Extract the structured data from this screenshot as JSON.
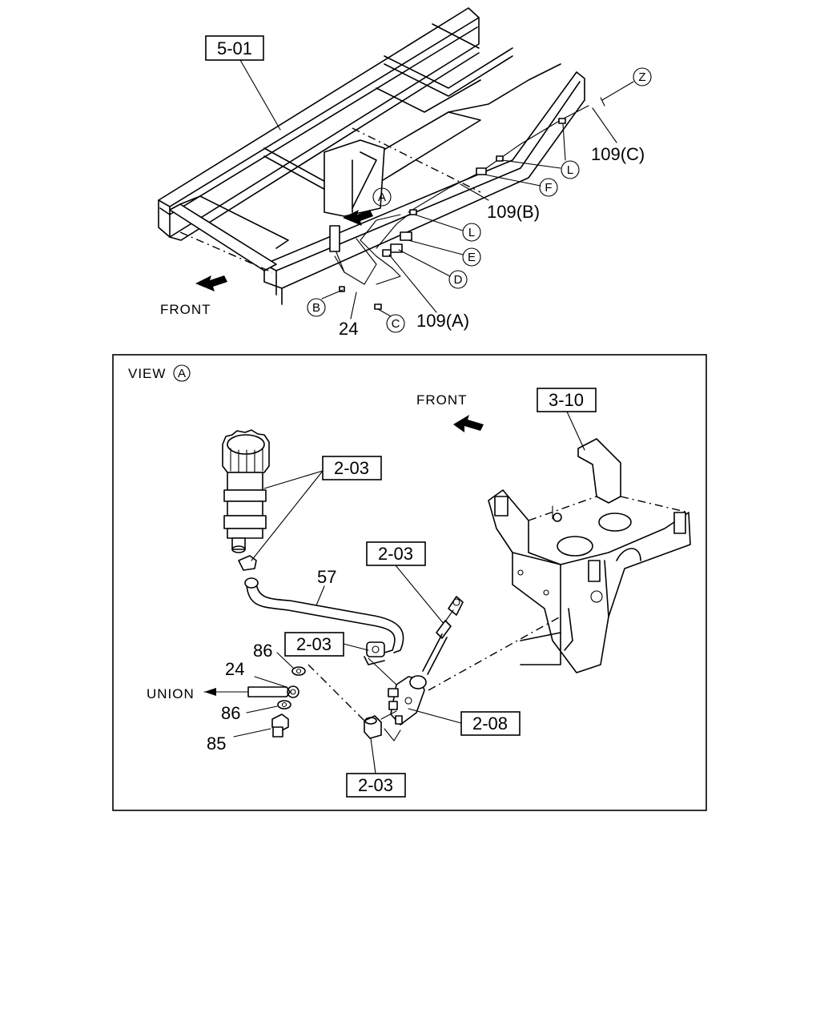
{
  "top_view": {
    "ref_frame": "5-01",
    "ref_z": "Z",
    "pipe_c": "109(C)",
    "pipe_b": "109(B)",
    "pipe_a": "109(A)",
    "pipe_24": "24",
    "view_marker": "A",
    "front_label": "FRONT",
    "circle_labels": {
      "l1": "L",
      "l2": "L",
      "f": "F",
      "e": "E",
      "d": "D",
      "b": "B",
      "c": "C"
    }
  },
  "view_a": {
    "title": "VIEW",
    "title_marker": "A",
    "front_label": "FRONT",
    "ref_bracket": "3-10",
    "ref_tank": "2-03",
    "ref_pipe_upper": "2-03",
    "ref_hose_clamp": "2-03",
    "ref_bottom": "2-03",
    "ref_master_cyl": "2-08",
    "part_57": "57",
    "part_86_top": "86",
    "part_24": "24",
    "part_86_bottom": "86",
    "part_85": "85",
    "union_label": "UNION"
  }
}
